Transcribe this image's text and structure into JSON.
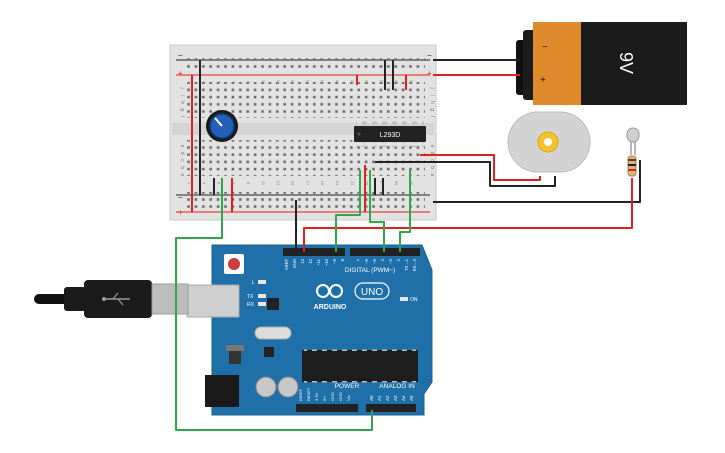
{
  "battery": {
    "label": "9V",
    "minus": "−",
    "plus": "+",
    "color_top": "#e08a2e",
    "color_body": "#1b1b1b"
  },
  "breadboard": {
    "rail_plus": "+",
    "rail_minus": "−",
    "row_letters_top": [
      "j",
      "i",
      "h",
      "g",
      "f"
    ],
    "row_letters_bottom": [
      "e",
      "d",
      "c",
      "b",
      "a"
    ],
    "col_numbers_top": [
      "1",
      "",
      "3",
      "",
      "5",
      "",
      "7",
      "",
      "9",
      "",
      "11",
      "",
      "13",
      "",
      "15",
      "",
      "17",
      "",
      "19",
      "",
      "21",
      "",
      "23",
      "",
      "25",
      "",
      "27",
      "",
      "29",
      "",
      "30"
    ],
    "col_numbers_bottom": [
      "1",
      "",
      "3",
      "",
      "5",
      "",
      "7",
      "",
      "9",
      "",
      "11",
      "",
      "13",
      "",
      "15",
      "",
      "17",
      "",
      "19",
      "",
      "21",
      "",
      "23",
      "",
      "25",
      "",
      "27",
      "",
      "29",
      "",
      "30"
    ]
  },
  "chip": {
    "label": "L293D"
  },
  "arduino": {
    "brand": "ARDUINO",
    "model": "UNO",
    "digital_label": "DIGITAL (PWM~)",
    "power_label": "POWER",
    "analog_label": "ANALOG IN",
    "on_label": "ON",
    "led_l": "L",
    "led_tx": "TX",
    "led_rx": "RX",
    "top_pins": [
      "AREF",
      "GND",
      "13",
      "12",
      "~11",
      "~10",
      "~9",
      "8",
      "",
      "7",
      "~6",
      "~5",
      "4",
      "~3",
      "2",
      "TX→1",
      "RX←0"
    ],
    "power_pins": [
      "IOREF",
      "RESET",
      "3.3V",
      "5V",
      "GND",
      "GND",
      "Vin"
    ],
    "analog_pins": [
      "A0",
      "A1",
      "A2",
      "A3",
      "A4",
      "A5"
    ],
    "board_color": "#1f6fa8"
  },
  "wire_colors": {
    "red": "#e0201c",
    "black": "#222222",
    "green": "#2ea84a"
  }
}
